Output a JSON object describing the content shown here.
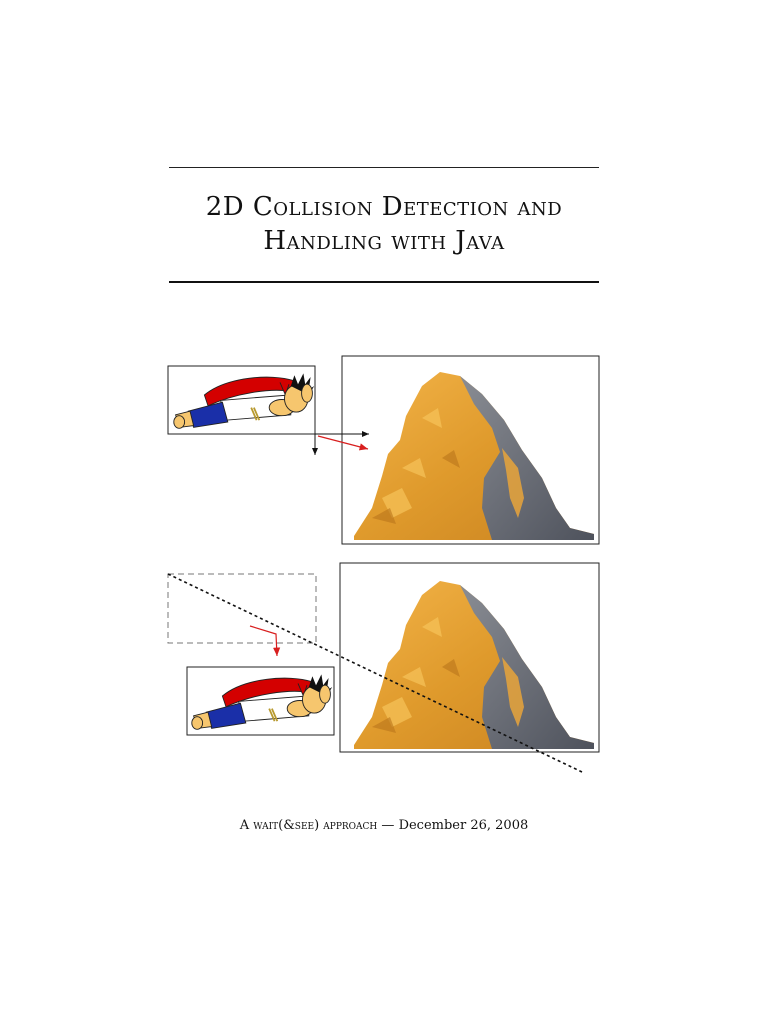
{
  "title": {
    "line1": "2D Collision Detection and",
    "line2": "Handling with Java"
  },
  "footer": {
    "approach": "A wait(&see) approach",
    "separator": " — ",
    "date": "December 26, 2008"
  },
  "figure": {
    "icons": [
      "flying-hero-icon",
      "mountain-peak-icon"
    ],
    "colors": {
      "cape": "#d40000",
      "shorts": "#1a2fa8",
      "skin": "#f6c66e",
      "rock": "#e0a23a",
      "shadow": "#6b6f7a",
      "vector_red": "#d81e1e"
    }
  }
}
